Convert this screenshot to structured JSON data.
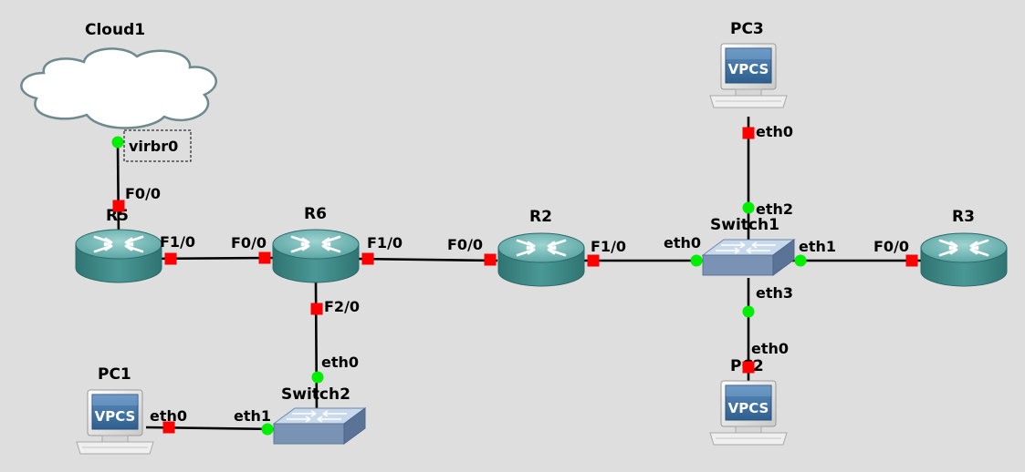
{
  "nodes": {
    "cloud1": {
      "name": "Cloud1",
      "iface_box": "virbr0"
    },
    "r5": {
      "name": "R5"
    },
    "r6": {
      "name": "R6"
    },
    "r2": {
      "name": "R2"
    },
    "r3": {
      "name": "R3"
    },
    "switch1": {
      "name": "Switch1"
    },
    "switch2": {
      "name": "Switch2"
    },
    "pc1": {
      "name": "PC1",
      "screen_text": "VPCS"
    },
    "pc2": {
      "name": "PC2",
      "screen_text": "VPCS"
    },
    "pc3": {
      "name": "PC3",
      "screen_text": "VPCS"
    }
  },
  "links": {
    "cloud_r5": {
      "a_status": "up",
      "b": "F0/0",
      "b_status": "down"
    },
    "r5_r6": {
      "a": "F1/0",
      "a_status": "down",
      "b": "F0/0",
      "b_status": "down"
    },
    "r6_r2": {
      "a": "F1/0",
      "a_status": "down",
      "b": "F0/0",
      "b_status": "down"
    },
    "r2_sw1": {
      "a": "F1/0",
      "a_status": "down",
      "b": "eth0",
      "b_status": "up"
    },
    "sw1_r3": {
      "a": "eth1",
      "a_status": "up",
      "b": "F0/0",
      "b_status": "down"
    },
    "sw1_pc3": {
      "a": "eth2",
      "a_status": "up",
      "b": "eth0",
      "b_status": "down"
    },
    "sw1_pc2": {
      "a": "eth3",
      "a_status": "up",
      "b": "eth0",
      "b_status": "down"
    },
    "r6_sw2": {
      "a": "F2/0",
      "a_status": "down",
      "b": "eth0",
      "b_status": "up"
    },
    "sw2_pc1": {
      "a": "eth1",
      "a_status": "up",
      "b": "eth0",
      "b_status": "down"
    }
  },
  "colors": {
    "background": "#dedede",
    "link_up": "#00ee00",
    "link_down": "#ff0000",
    "router_body": "#3a8a88",
    "router_top": "#6fb5b3",
    "switch_body": "#6d88aa",
    "switch_top": "#b9cde6",
    "cloud_stroke": "#6e8a8e",
    "vpcs_screen": "#3d6f9e"
  }
}
